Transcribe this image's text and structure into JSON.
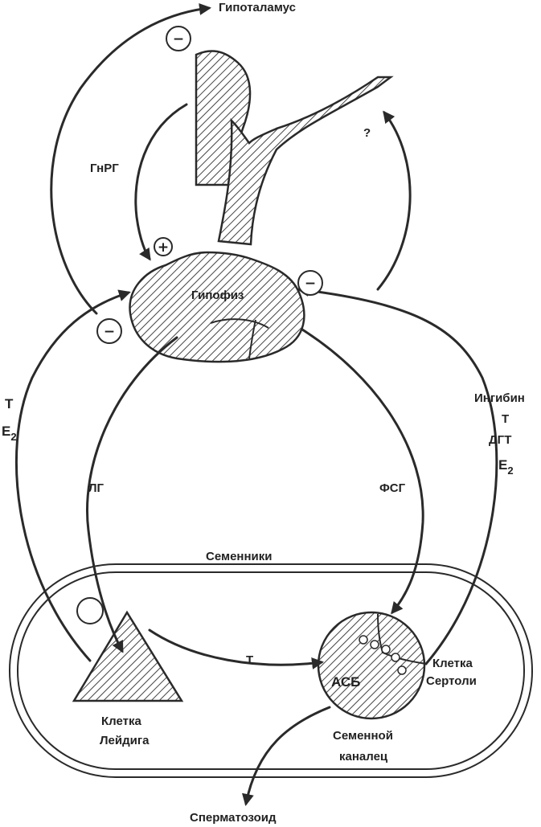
{
  "labels": {
    "hypothalamus": "Гипоталамус",
    "gnrh": "ГнРГ",
    "pituitary": "Гипофиз",
    "question": "?",
    "left_t": "Т",
    "left_e": "E",
    "left_e_sub": "2",
    "inhibin": "Ингибин",
    "right_t": "Т",
    "dht": "ДГТ",
    "right_e": "E",
    "right_e_sub": "2",
    "lh": "ЛГ",
    "fsh": "ФСГ",
    "testes": "Семенники",
    "t_inner": "Т",
    "leydig_1": "Клетка",
    "leydig_2": "Лейдига",
    "abp": "АСБ",
    "sertoli_1": "Клетка",
    "sertoli_2": "Сертоли",
    "tubule_1": "Семенной",
    "tubule_2": "каналец",
    "sperm": "Сперматозоид"
  },
  "signs": {
    "minus": "−",
    "plus": "+"
  }
}
